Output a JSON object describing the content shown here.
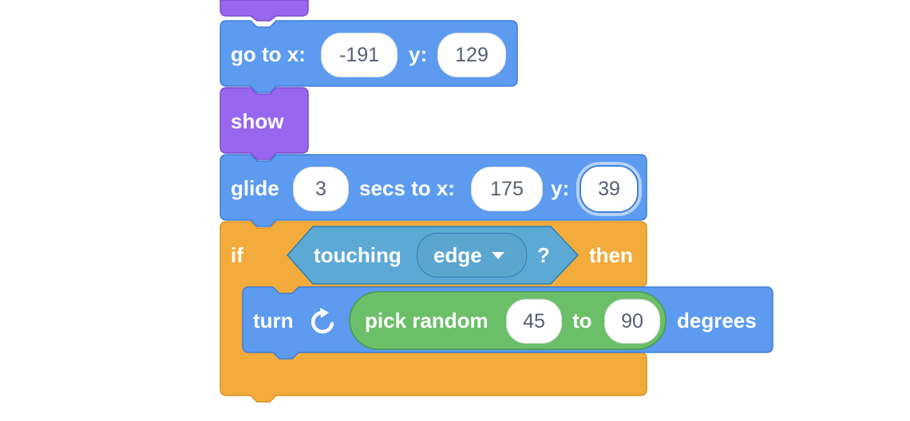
{
  "colors": {
    "motion": "#5c9bf0",
    "motion_dark": "#3f7fd6",
    "looks": "#9966f0",
    "looks_dark": "#7a4fd1",
    "control": "#f3ab3c",
    "control_dark": "#d89222",
    "sensing": "#5ca9d6",
    "sensing_dark": "#2e7fae",
    "operators": "#6bbf68",
    "operators_dark": "#4a9a47",
    "field_text": "#575e75"
  },
  "blocks": {
    "goto": {
      "label": "go to x:",
      "x_value": "-191",
      "y_label": "y:",
      "y_value": "129"
    },
    "show": {
      "label": "show"
    },
    "glide": {
      "label": "glide",
      "secs_value": "3",
      "secs_label": "secs to x:",
      "x_value": "175",
      "y_label": "y:",
      "y_value": "39"
    },
    "if_block": {
      "label": "if",
      "then_label": "then",
      "condition": {
        "label": "touching",
        "menu_value": "edge",
        "question": "?"
      }
    },
    "turn": {
      "label": "turn",
      "icon": "turn-right-icon",
      "unit_label": "degrees",
      "random": {
        "label": "pick random",
        "from_value": "45",
        "to_label": "to",
        "to_value": "90"
      }
    }
  }
}
